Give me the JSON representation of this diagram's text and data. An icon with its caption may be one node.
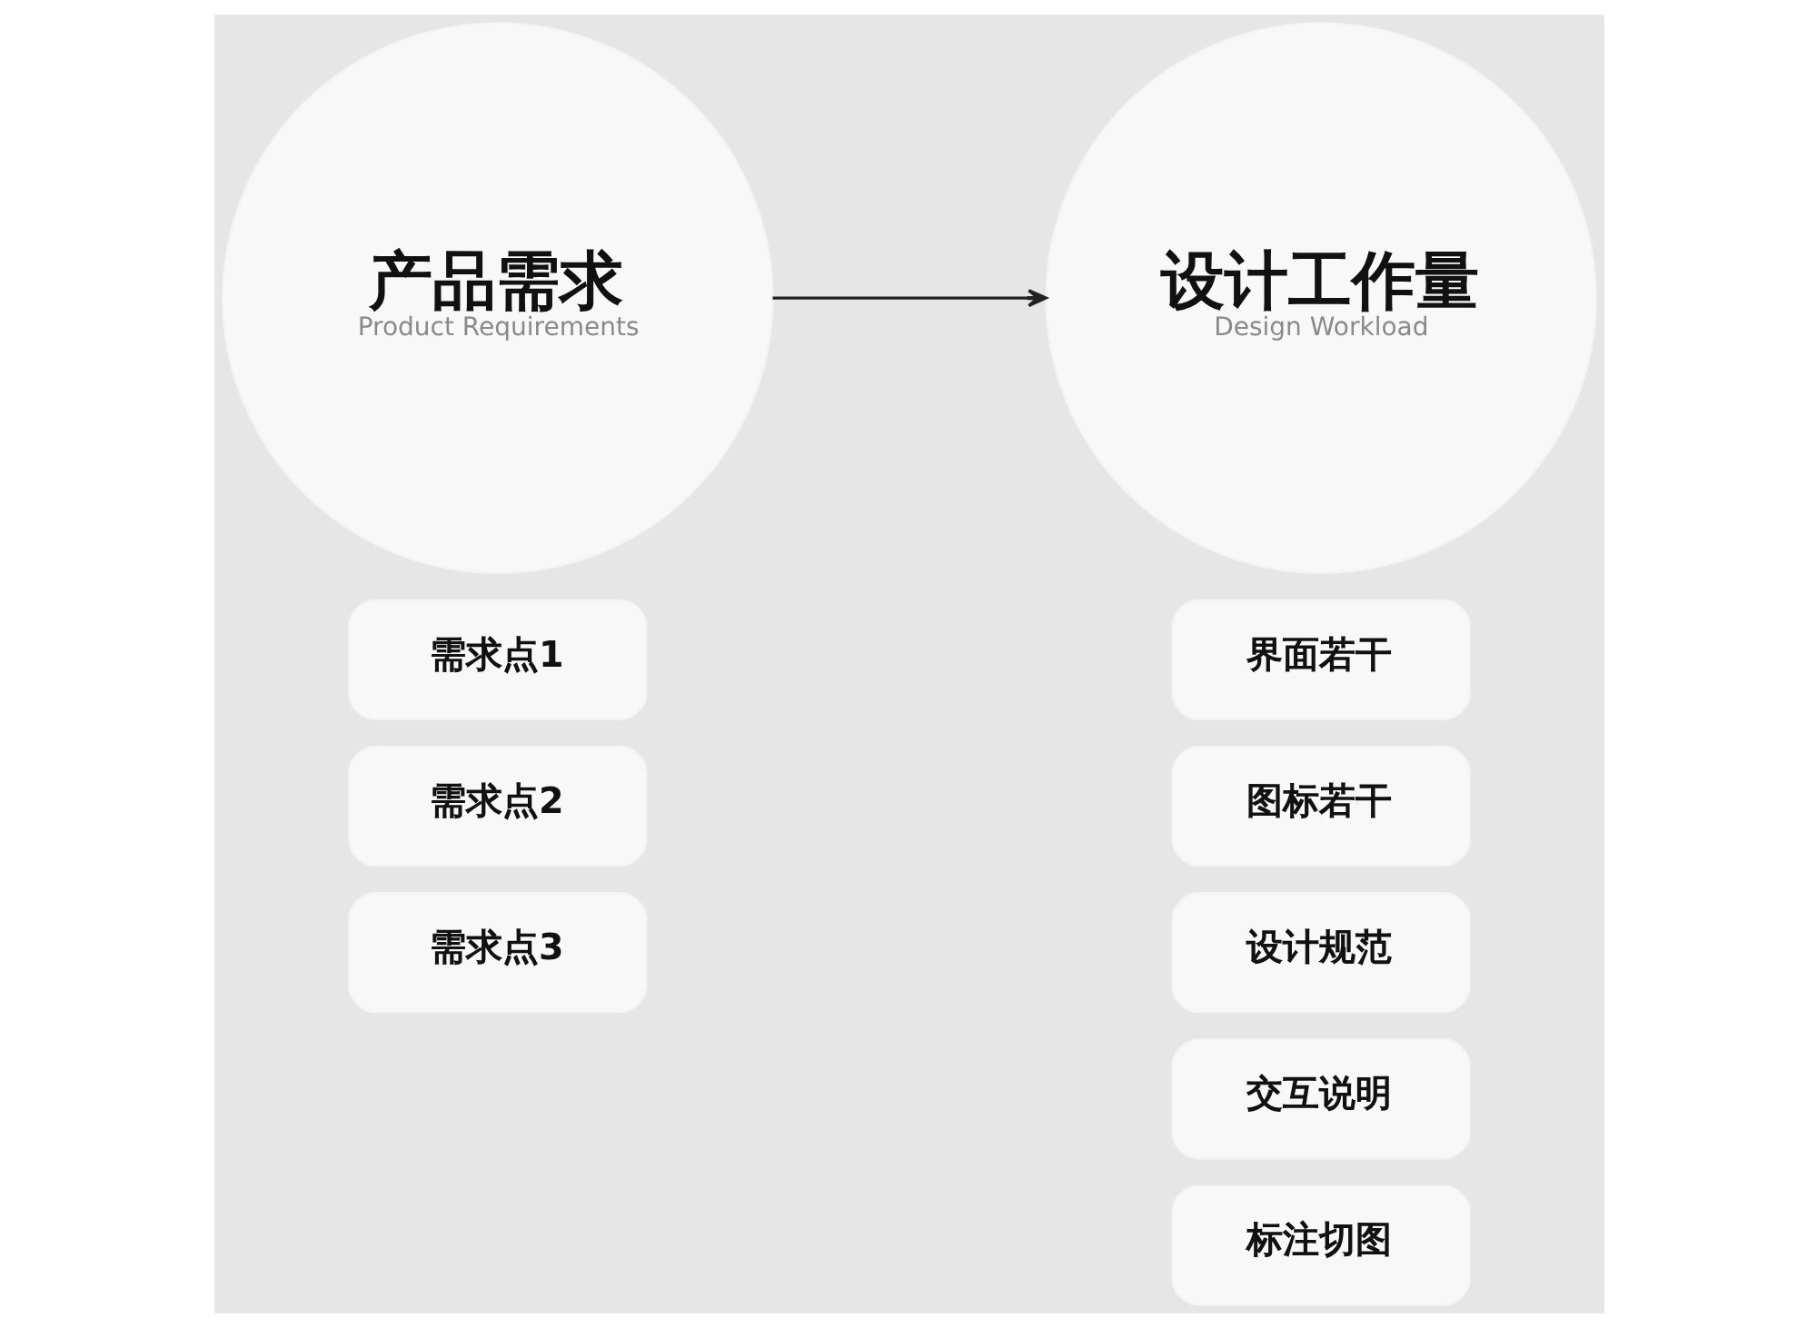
{
  "diagram": {
    "nodes": [
      {
        "text": [
          "产品需求",
          "Product Requirements"
        ]
      },
      {
        "text": [
          "设计工作量",
          "Design Workload"
        ]
      },
      {
        "text": [
          "需求点1"
        ]
      },
      {
        "text": [
          "需求点2"
        ]
      },
      {
        "text": [
          "需求点3"
        ]
      },
      {
        "text": [
          "界面若干"
        ]
      },
      {
        "text": [
          "图标若干"
        ]
      },
      {
        "text": [
          "设计规范"
        ]
      },
      {
        "text": [
          "交互说明"
        ]
      },
      {
        "text": [
          "标注切图"
        ]
      }
    ],
    "edges": [
      {
        "from": 0,
        "to": 1,
        "arrow": "to"
      }
    ]
  }
}
